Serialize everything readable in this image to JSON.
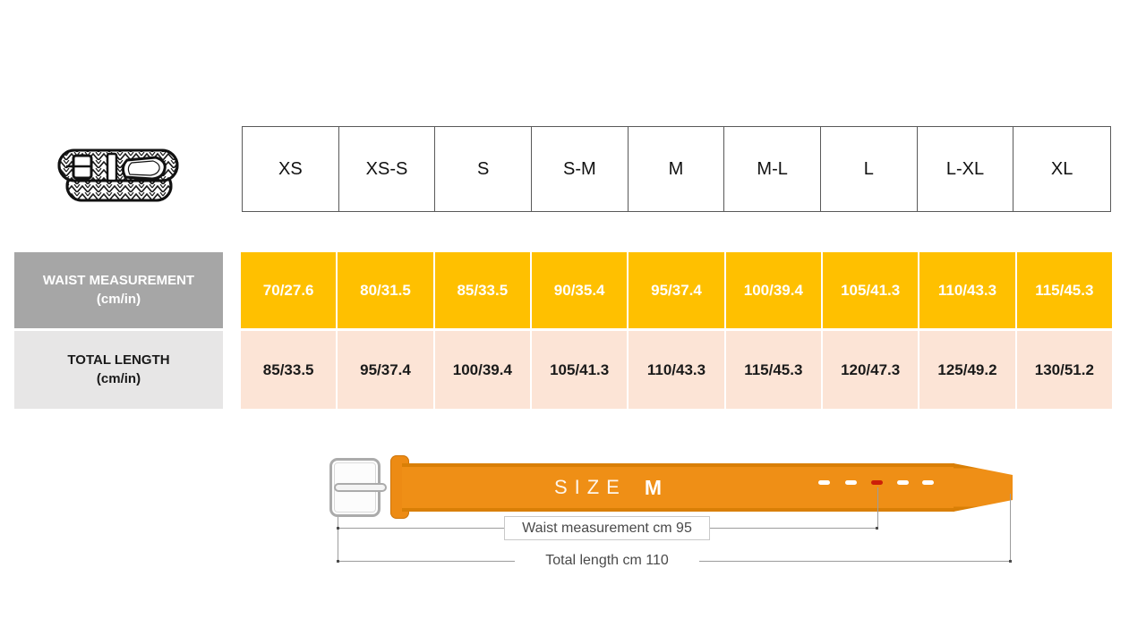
{
  "sizes": [
    "XS",
    "XS-S",
    "S",
    "S-M",
    "M",
    "M-L",
    "L",
    "L-XL",
    "XL"
  ],
  "rows": [
    {
      "label_line1": "WAIST MEASUREMENT",
      "label_line2": "(cm/in)",
      "values": [
        "70/27.6",
        "80/31.5",
        "85/33.5",
        "90/35.4",
        "95/37.4",
        "100/39.4",
        "105/41.3",
        "110/43.3",
        "115/45.3"
      ]
    },
    {
      "label_line1": "TOTAL LENGTH",
      "label_line2": "(cm/in)",
      "values": [
        "85/33.5",
        "95/37.4",
        "100/39.4",
        "105/41.3",
        "110/43.3",
        "115/45.3",
        "120/47.3",
        "125/49.2",
        "130/51.2"
      ]
    }
  ],
  "diagram": {
    "size_label": "SIZE",
    "size_value": "M",
    "waist_annotation": "Waist measurement cm 95",
    "length_annotation": "Total length cm 110"
  },
  "colors": {
    "waist_row": "#FFC000",
    "total_row": "#FCE4D6",
    "waist_label_bg": "#A6A6A6",
    "total_label_bg": "#E7E6E6",
    "belt_orange": "#EF8F16",
    "marked_hole_red": "#CC2009"
  }
}
